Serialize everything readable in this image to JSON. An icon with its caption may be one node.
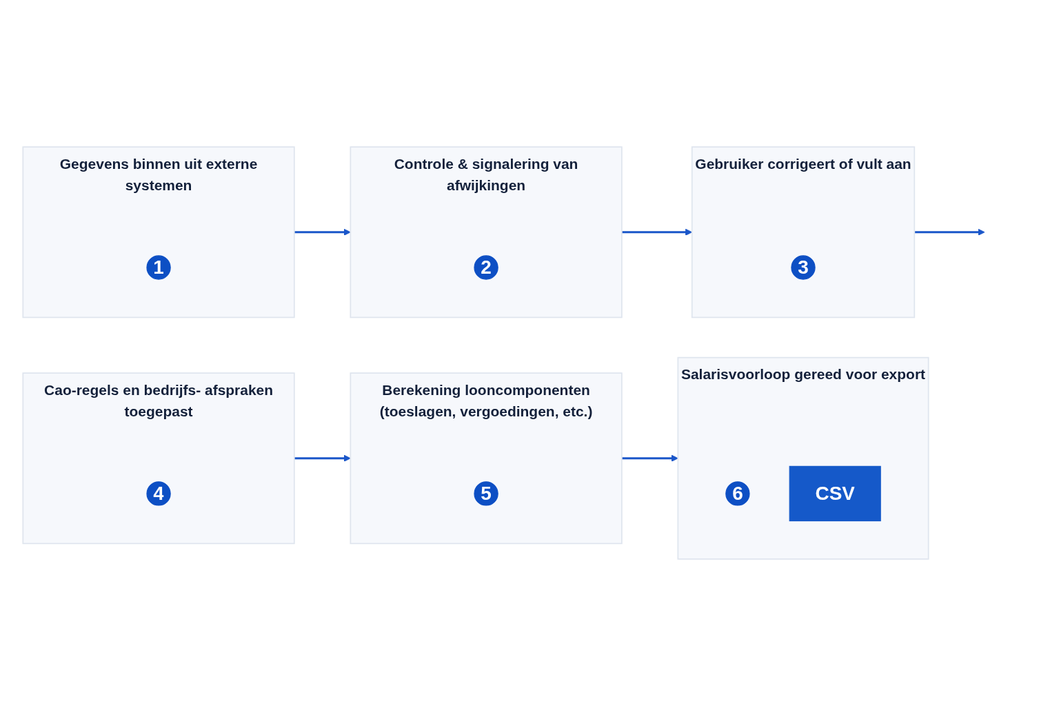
{
  "diagram": {
    "nodes": [
      {
        "text": [
          "Gegevens binnen uit externe systemen"
        ]
      },
      {
        "text": [
          "1"
        ],
        "in": 0
      },
      {
        "text": [
          "Controle & signalering van afwijkingen"
        ]
      },
      {
        "text": [
          "2"
        ],
        "in": 2
      },
      {
        "text": [
          "Gebruiker corrigeert of vult aan"
        ]
      },
      {
        "text": [
          "3"
        ],
        "in": 4
      },
      {
        "text": [
          "Cao-regels en bedrijfs- afspraken toegepast"
        ]
      },
      {
        "text": [
          "4"
        ],
        "in": 6
      },
      {
        "text": [
          "Berekening looncomponenten (toeslagen, vergoedingen, etc.)"
        ]
      },
      {
        "text": [
          "5"
        ],
        "in": 8
      },
      {
        "text": [
          "Salarisvoorloop gereed voor export"
        ]
      },
      {
        "text": [
          "6"
        ],
        "in": 10
      },
      {
        "text": [
          "CSV"
        ],
        "in": 10
      }
    ],
    "edges": [
      {
        "from": 0,
        "to": 2,
        "arrow": "to"
      },
      {
        "from": 2,
        "to": 4,
        "arrow": "to"
      },
      {
        "from": 4,
        "to": null,
        "arrow": "to"
      },
      {
        "from": 6,
        "to": 8,
        "arrow": "to"
      },
      {
        "from": 8,
        "to": 10,
        "arrow": "to"
      }
    ]
  }
}
